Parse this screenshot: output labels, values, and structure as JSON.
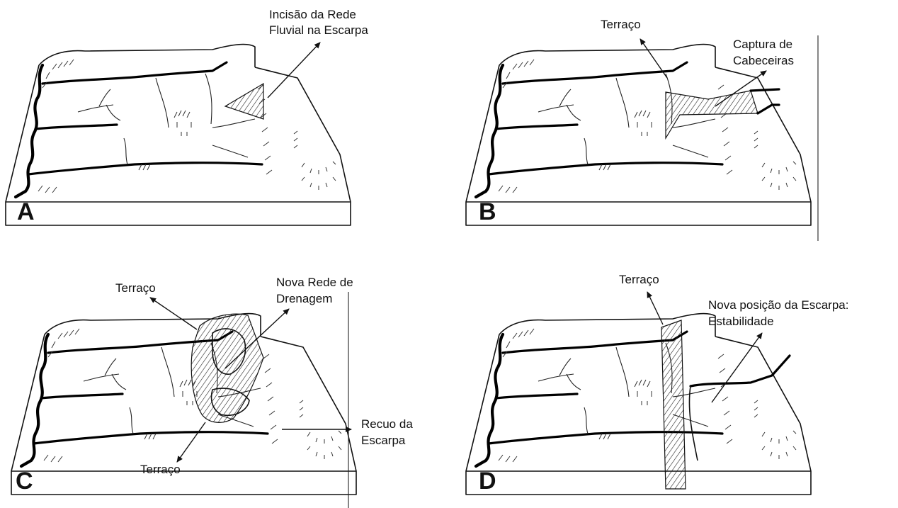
{
  "panels": [
    {
      "letter": "A",
      "labels": [
        "Incisão da Rede",
        "Fluvial na Escarpa"
      ]
    },
    {
      "letter": "B",
      "labels": [
        "Terraço",
        "Captura de",
        "Cabeceiras"
      ]
    },
    {
      "letter": "C",
      "labels": [
        "Terraço",
        "Nova Rede de",
        "Drenagem",
        "Recuo da",
        "Escarpa",
        "Terraço"
      ]
    },
    {
      "letter": "D",
      "labels": [
        "Terraço",
        "Nova posição da Escarpa:",
        "Estabilidade"
      ]
    }
  ]
}
